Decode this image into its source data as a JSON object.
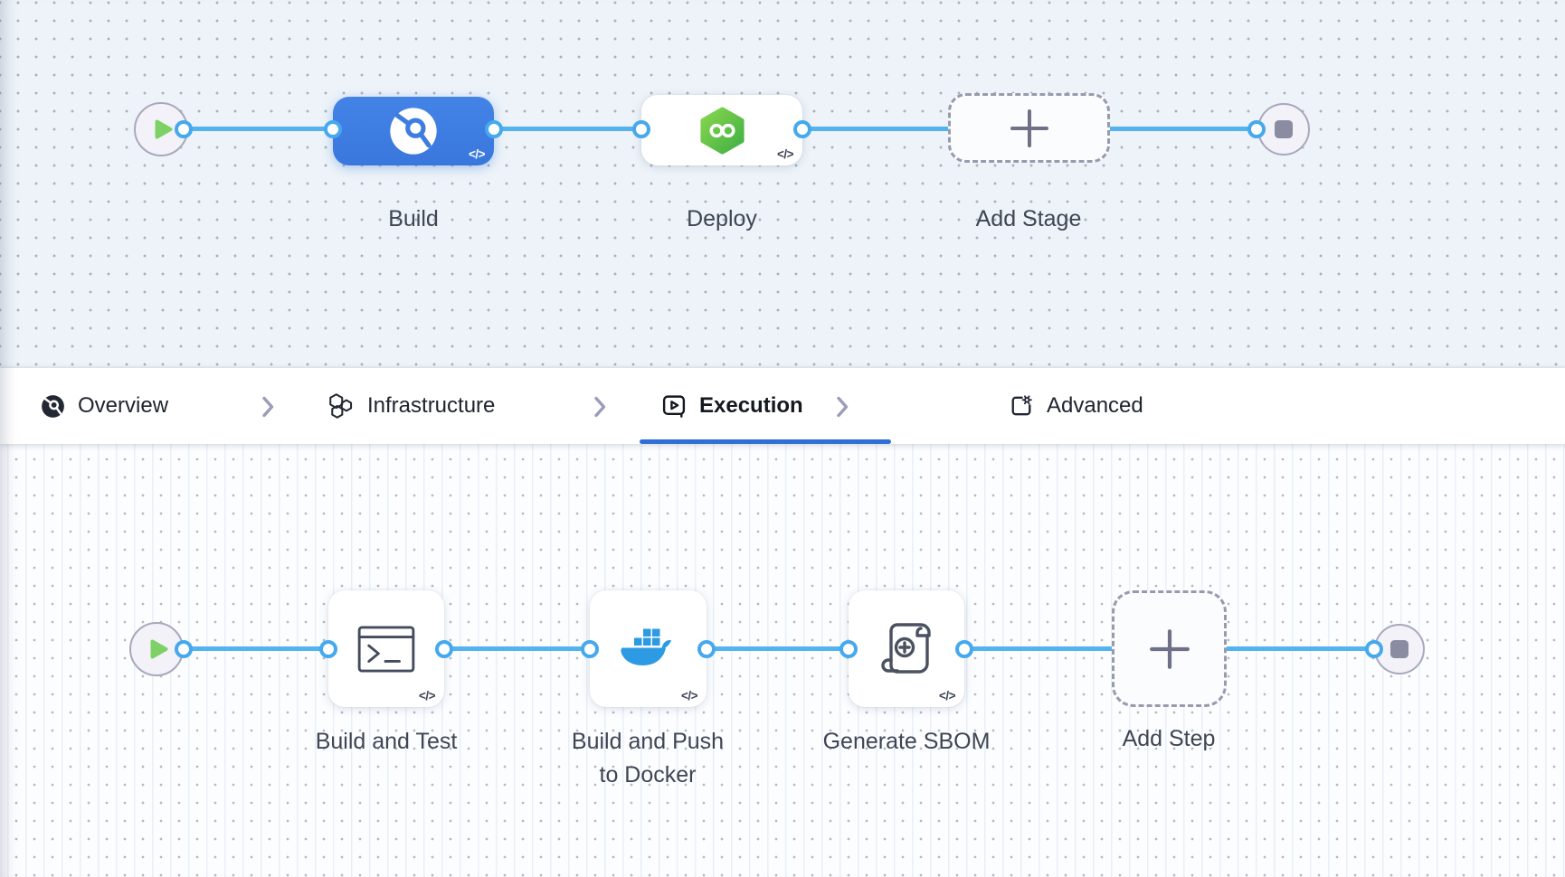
{
  "canvas_top": {
    "stages": {
      "build": "Build",
      "deploy": "Deploy",
      "add_stage": "Add Stage"
    },
    "code_badge": "</>"
  },
  "tab_bar": {
    "overview": "Overview",
    "infrastructure": "Infrastructure",
    "execution": "Execution",
    "advanced": "Advanced"
  },
  "canvas_bottom": {
    "steps": {
      "build_and_test": "Build and Test",
      "docker_line1": "Build and Push",
      "docker_line2": "to Docker",
      "generate_sbom": "Generate SBOM",
      "add_step": "Add Step"
    },
    "code_badge": "</>"
  },
  "colors": {
    "connector_blue": "#54b2ef",
    "stage_build_blue": "#3d7ce0",
    "active_tab_underline": "#2e6fd6",
    "cd_green": "#4eba45",
    "play_green": "#7ed166",
    "docker_blue": "#2c9be3"
  }
}
